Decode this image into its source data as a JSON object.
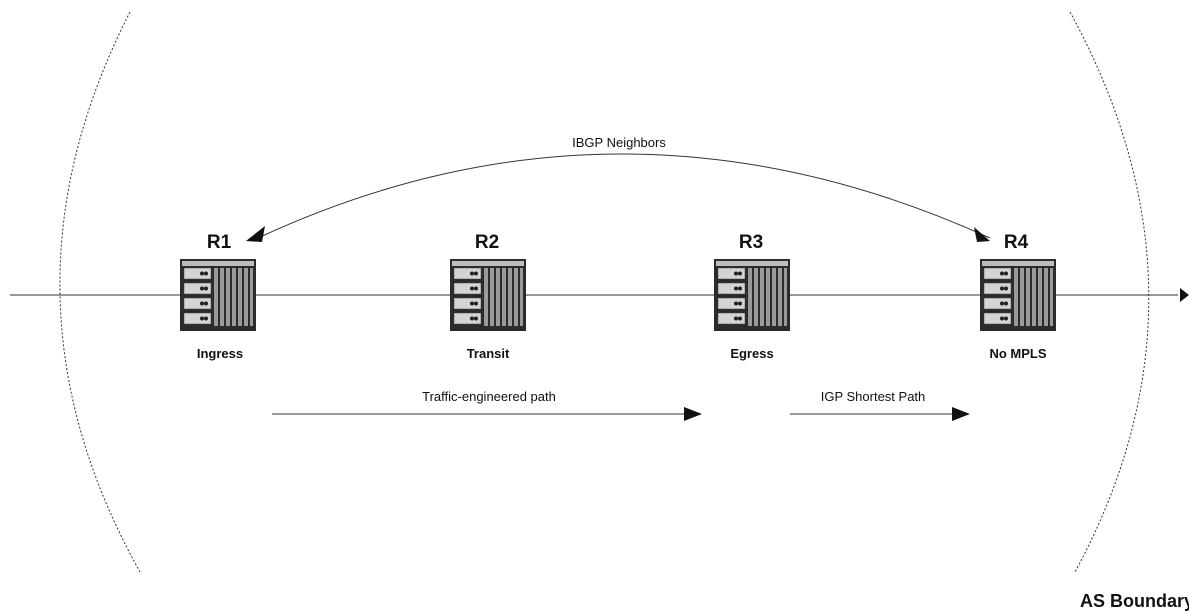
{
  "diagram": {
    "routers": [
      {
        "name": "R1",
        "role": "Ingress"
      },
      {
        "name": "R2",
        "role": "Transit"
      },
      {
        "name": "R3",
        "role": "Egress"
      },
      {
        "name": "R4",
        "role": "No MPLS"
      }
    ],
    "labels": {
      "ibgp": "IBGP Neighbors",
      "te_path": "Traffic-engineered path",
      "igp_path": "IGP Shortest Path",
      "as_boundary": "AS Boundary"
    }
  }
}
